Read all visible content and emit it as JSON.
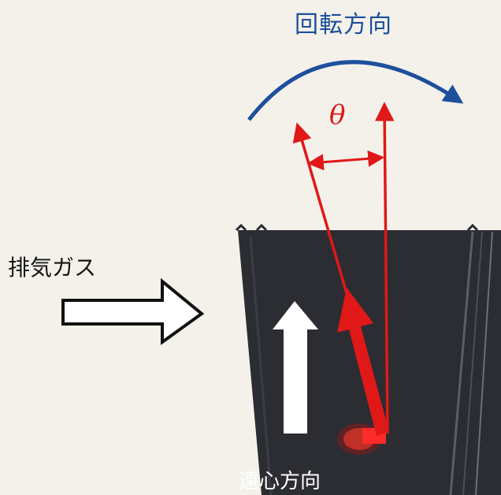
{
  "labels": {
    "rotation_direction": "回転方向",
    "theta": "θ",
    "exhaust_gas": "排気ガス",
    "centrifugal_direction": "遠心方向"
  },
  "colors": {
    "background": "#f3f1ea",
    "blade": "#2b2d33",
    "rotation_arrow": "#1d4f9c",
    "red_vectors": "#e01818",
    "text_dark": "#151515",
    "text_light": "#ffffff"
  }
}
